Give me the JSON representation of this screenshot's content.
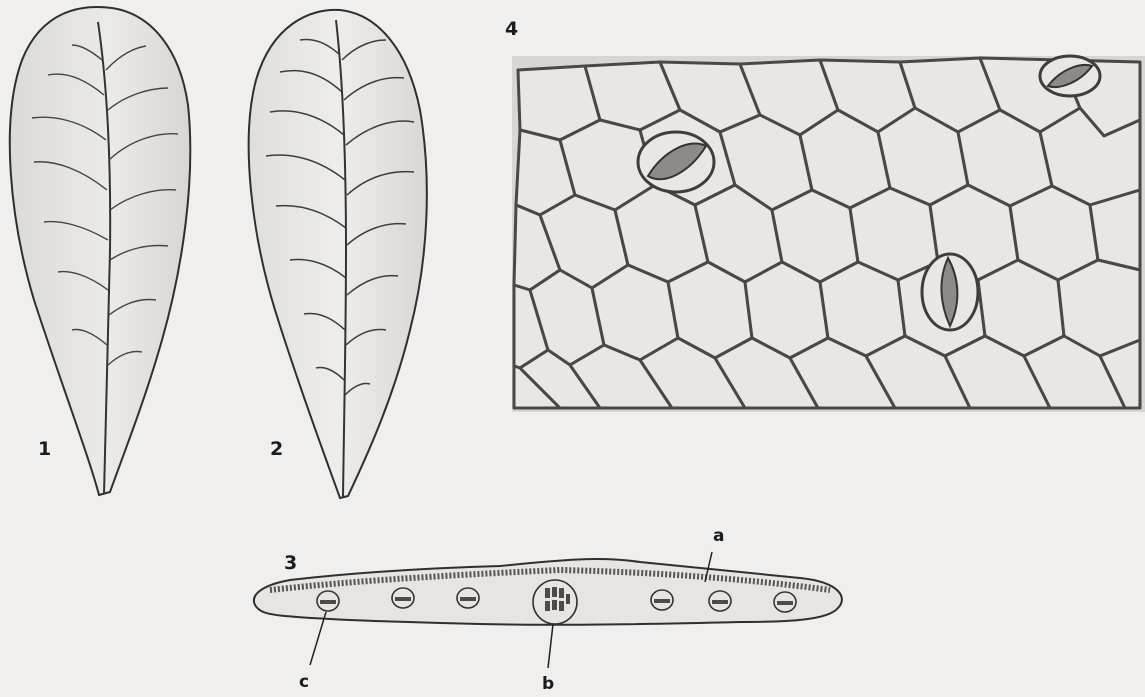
{
  "figure": {
    "labels": {
      "leaf_upper": "1",
      "leaf_lower": "2",
      "cross_section": "3",
      "epidermis": "4",
      "a": "a",
      "b": "b",
      "c": "c"
    },
    "colors": {
      "paper": "#f1efed",
      "ink": "#2a2a2a",
      "panel": "#d9d6d3",
      "cell": "#e8e5e2",
      "stroke": "#4a4846"
    }
  }
}
